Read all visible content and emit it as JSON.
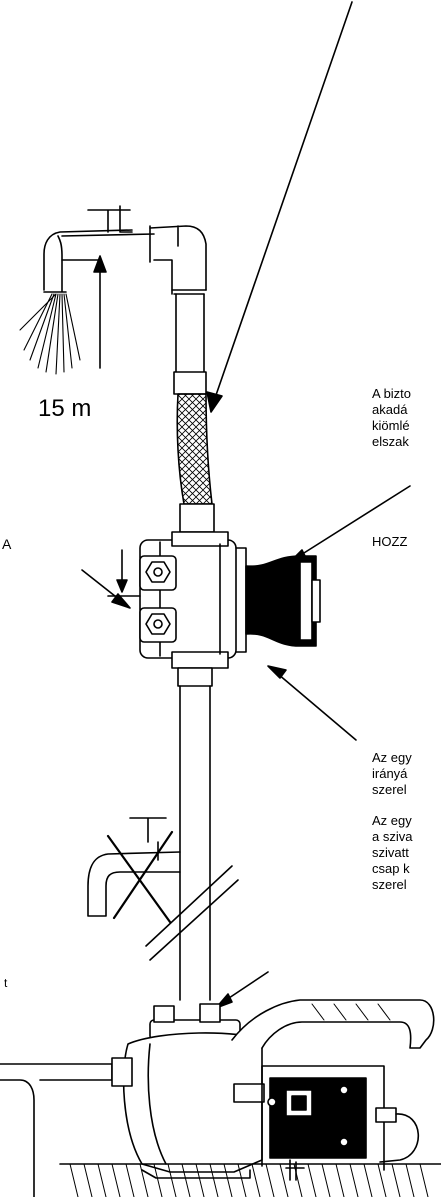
{
  "labels": {
    "height": "15 m",
    "note1": [
      "A bizto",
      "akadá",
      "kiömlé",
      "elszak"
    ],
    "note2": "HOZZ",
    "note3": [
      "Az egy",
      "irányá",
      "szerel"
    ],
    "note4": [
      "Az egy",
      "a sziva",
      "szivatt",
      "csap k",
      "szerel"
    ],
    "left_frag1": "A",
    "left_frag2": "t"
  },
  "colors": {
    "line": "#000000",
    "background": "#ffffff"
  }
}
